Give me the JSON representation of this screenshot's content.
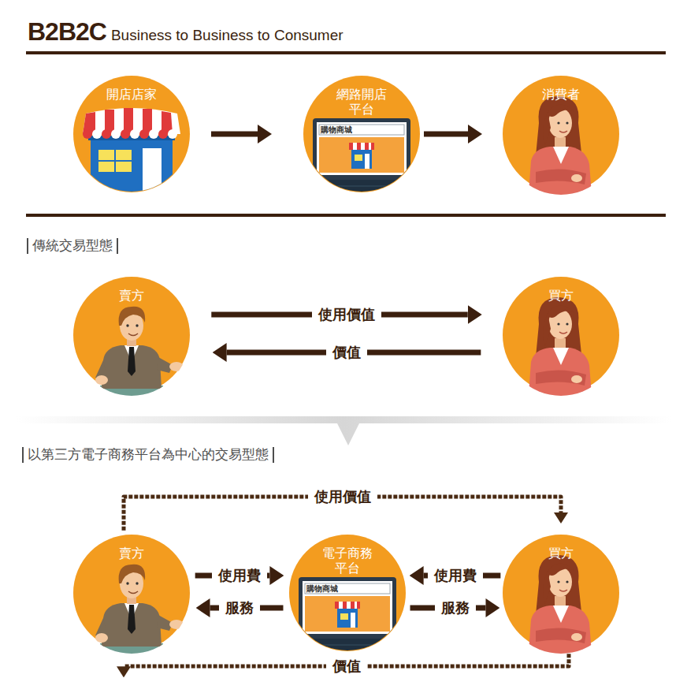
{
  "diagram": {
    "title": "B2B2C",
    "nodes": [
      {
        "text": [
          "開店店家"
        ]
      },
      {
        "text": [
          "網路開店 平台"
        ]
      },
      {
        "text": [
          "消費者"
        ]
      },
      {
        "text": [
          "賣方"
        ]
      },
      {
        "text": [
          "買方"
        ]
      },
      {
        "text": [
          "賣方"
        ]
      },
      {
        "text": [
          "電子商務 平台"
        ]
      },
      {
        "text": [
          "買方"
        ]
      }
    ],
    "edges": [
      {
        "from": 0,
        "to": 1,
        "arrow": "to"
      },
      {
        "from": 1,
        "to": 2,
        "arrow": "to"
      },
      {
        "from": 3,
        "to": 4,
        "label": "使用價值",
        "arrow": "to"
      },
      {
        "from": 4,
        "to": 3,
        "label": "價值",
        "arrow": "to"
      },
      {
        "from": 5,
        "to": 7,
        "label": "使用價值",
        "arrow": "to"
      },
      {
        "from": 5,
        "to": 6,
        "label": "使用費",
        "arrow": "to"
      },
      {
        "from": 6,
        "to": 5,
        "label": "服務",
        "arrow": "to"
      },
      {
        "from": 7,
        "to": 6,
        "label": "使用費",
        "arrow": "to"
      },
      {
        "from": 6,
        "to": 7,
        "label": "服務",
        "arrow": "to"
      },
      {
        "from": 7,
        "to": 5,
        "label": "價值",
        "arrow": "to"
      }
    ],
    "labels": [
      "Business to Business to Consumer",
      "購物商城",
      "傳統交易型態",
      "以第三方電子商務平台為中心的交易型態",
      "購物商城"
    ]
  }
}
